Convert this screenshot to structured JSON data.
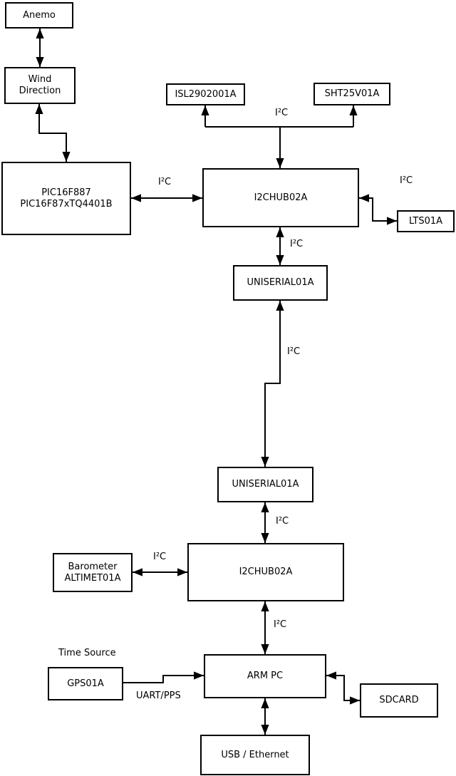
{
  "diagram": {
    "colors": {
      "background": "#ffffff",
      "line": "#000000",
      "text": "#000000"
    },
    "nodes": {
      "anemo": {
        "label": "Anemo"
      },
      "wind_direction": {
        "line1": "Wind",
        "line2": "Direction"
      },
      "pic": {
        "line1": "PIC16F887",
        "line2": "PIC16F87xTQ4401B"
      },
      "isl": {
        "label": "ISL2902001A"
      },
      "sht": {
        "label": "SHT25V01A"
      },
      "i2chub_top": {
        "label": "I2CHUB02A"
      },
      "lts": {
        "label": "LTS01A"
      },
      "uniserial_top": {
        "label": "UNISERIAL01A"
      },
      "uniserial_bottom": {
        "label": "UNISERIAL01A"
      },
      "i2chub_bottom": {
        "label": "I2CHUB02A"
      },
      "barometer": {
        "line1": "Barometer",
        "line2": "ALTIMET01A"
      },
      "gps": {
        "label": "GPS01A"
      },
      "arm_pc": {
        "label": "ARM PC"
      },
      "sdcard": {
        "label": "SDCARD"
      },
      "usb_ethernet": {
        "label": "USB / Ethernet"
      }
    },
    "edge_labels": {
      "bus_isl_sht": "I²C",
      "bus_pic_hub": "I²C",
      "bus_hub_lts": "I²C",
      "bus_hub_uniserial": "I²C",
      "bus_uniserial_link": "I²C",
      "bus_uniserial_hub2": "I²C",
      "bus_barometer_hub2": "I²C",
      "bus_hub2_armpc": "I²C",
      "gps_role": "Time Source",
      "gps_armpc": "UART/PPS"
    }
  }
}
